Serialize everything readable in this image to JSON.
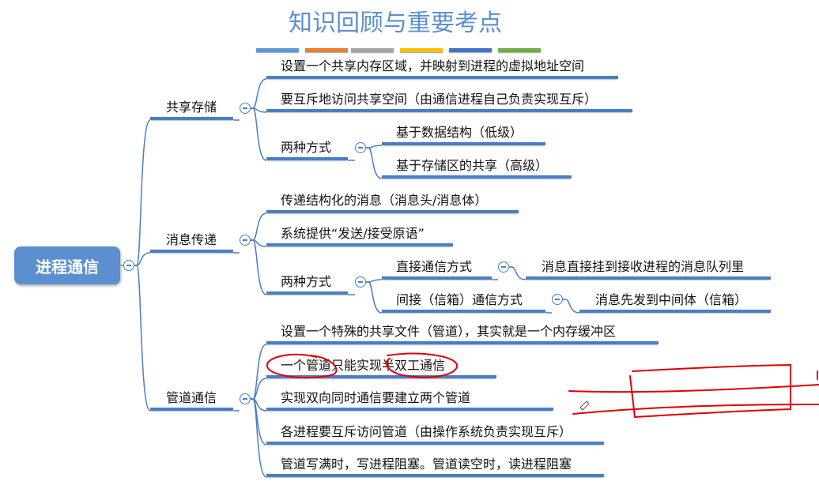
{
  "title": "知识回顾与重要考点",
  "colors": {
    "bars": [
      "#5b9bd5",
      "#ed7d31",
      "#a5a5a5",
      "#ffc000",
      "#4472c4",
      "#70ad47"
    ],
    "accent": "#4a7ec4",
    "annotation": "#e00000"
  },
  "root": "进程通信",
  "shared": {
    "label": "共享存储",
    "items": [
      "设置一个共享内存区域，并映射到进程的虚拟地址空间",
      "要互斥地访问共享空间（由通信进程自己负责实现互斥）"
    ],
    "methods": {
      "label": "两种方式",
      "items": [
        "基于数据结构（低级）",
        "基于存储区的共享（高级）"
      ]
    }
  },
  "message": {
    "label": "消息传递",
    "items": [
      "传递结构化的消息（消息头/消息体）",
      "系统提供“发送/接受原语”"
    ],
    "methods": {
      "label": "两种方式",
      "direct": {
        "label": "直接通信方式",
        "detail": "消息直接挂到接收进程的消息队列里"
      },
      "indirect": {
        "label": "间接（信箱）通信方式",
        "detail": "消息先发到中间体（信箱）"
      }
    }
  },
  "pipe": {
    "label": "管道通信",
    "items": [
      "设置一个特殊的共享文件（管道），其实就是一个内存缓冲区",
      "一个管道只能实现半双工通信",
      "实现双向同时通信要建立两个管道",
      "各进程要互斥访问管道（由操作系统负责实现互斥）",
      "管道写满时，写进程阻塞。管道读空时，读进程阻塞"
    ]
  }
}
